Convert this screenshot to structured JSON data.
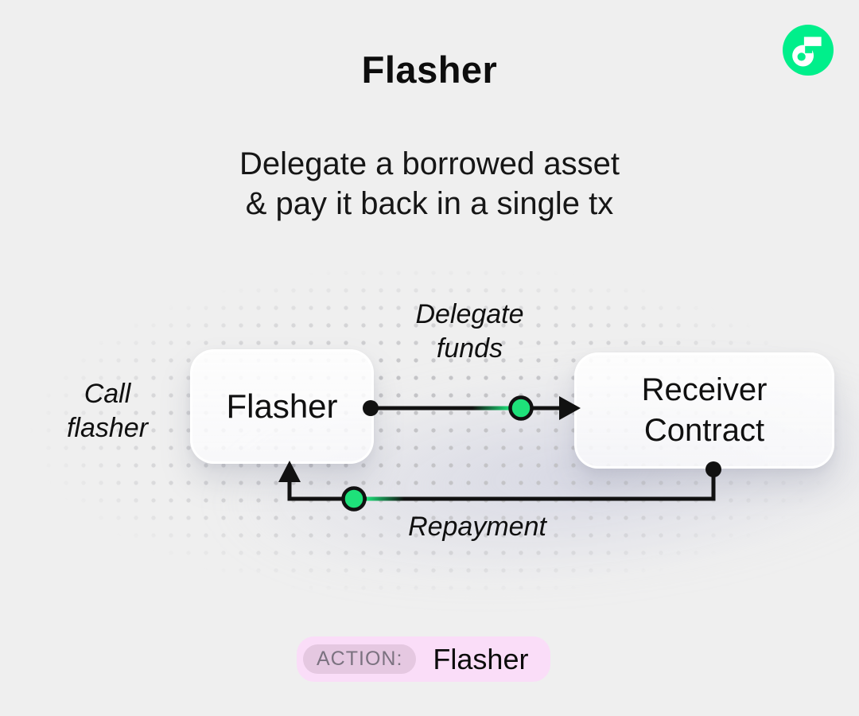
{
  "page": {
    "background_color": "#EFEFEF"
  },
  "header": {
    "title": "Flasher",
    "subtitle": "Delegate a borrowed asset\n& pay it back in a single tx"
  },
  "logo": {
    "name": "flow-logo",
    "circle_color": "#00EF8B"
  },
  "diagram": {
    "nodes": {
      "flasher": {
        "label": "Flasher"
      },
      "receiver": {
        "label": "Receiver\nContract"
      }
    },
    "edge_labels": {
      "call": "Call\nflasher",
      "delegate": "Delegate\nfunds",
      "repayment": "Repayment"
    },
    "colors": {
      "line": "#111111",
      "marker_green": "#1EE17A",
      "endpoint_black": "#111111"
    }
  },
  "footer": {
    "action_label": "ACTION:",
    "action_value": "Flasher",
    "badge_background": "#FADDF8",
    "label_pill_background": "#E5C8E1"
  }
}
